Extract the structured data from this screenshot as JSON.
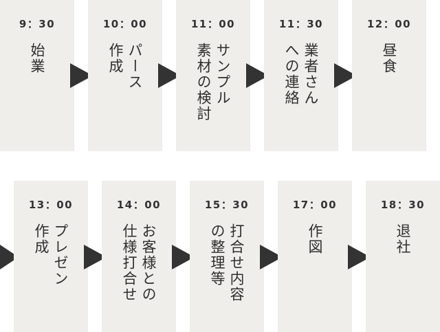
{
  "colors": {
    "card_bg": "#f0eeeb",
    "arrow": "#333333",
    "text": "#333333"
  },
  "rows": [
    {
      "steps": [
        {
          "time": "9：30",
          "label": "始業"
        },
        {
          "time": "10：00",
          "label": "パース\n作成"
        },
        {
          "time": "11：00",
          "label": "サンプル\n素材の検討"
        },
        {
          "time": "11：30",
          "label": "業者さん\nへの連絡"
        },
        {
          "time": "12：00",
          "label": "昼食"
        }
      ]
    },
    {
      "steps": [
        {
          "time": "13：00",
          "label": "プレゼン\n作成"
        },
        {
          "time": "14：00",
          "label": "お客様との\n仕様打合せ"
        },
        {
          "time": "15：30",
          "label": "打合せ内容\nの整理等"
        },
        {
          "time": "17：00",
          "label": "作図"
        },
        {
          "time": "18：30",
          "label": "退社"
        }
      ]
    }
  ]
}
